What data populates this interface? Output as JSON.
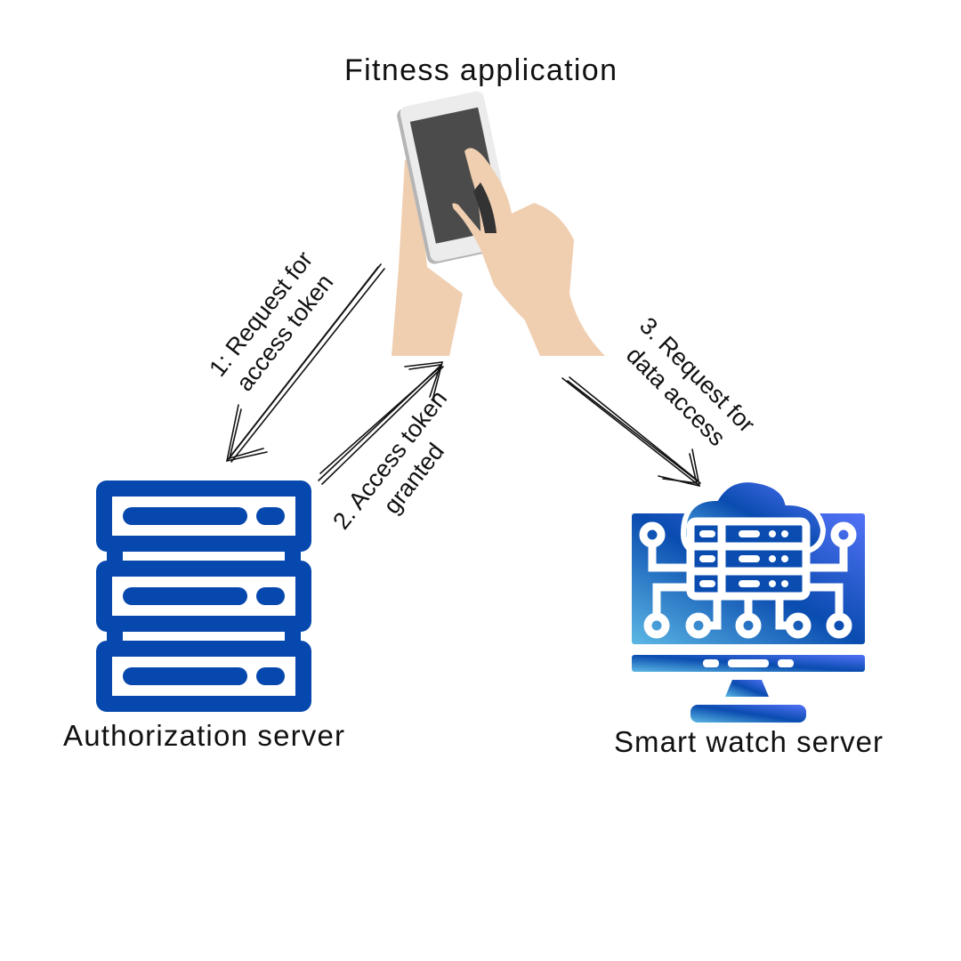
{
  "title": "Fitness  application",
  "nodes": {
    "auth_server": "Authorization server",
    "watch_server": "Smart watch server"
  },
  "steps": [
    {
      "line1": "1: Request for",
      "line2": "access token"
    },
    {
      "line1": "2. Access token",
      "line2": "granted"
    },
    {
      "line1": "3. Request for",
      "line2": "data access"
    }
  ],
  "colors": {
    "server": "#0648ad",
    "skin": "#f0cfb1",
    "screen": "#4b4b4b",
    "gradient_start": "#5cb8e4",
    "gradient_end": "#4f6ff5"
  }
}
